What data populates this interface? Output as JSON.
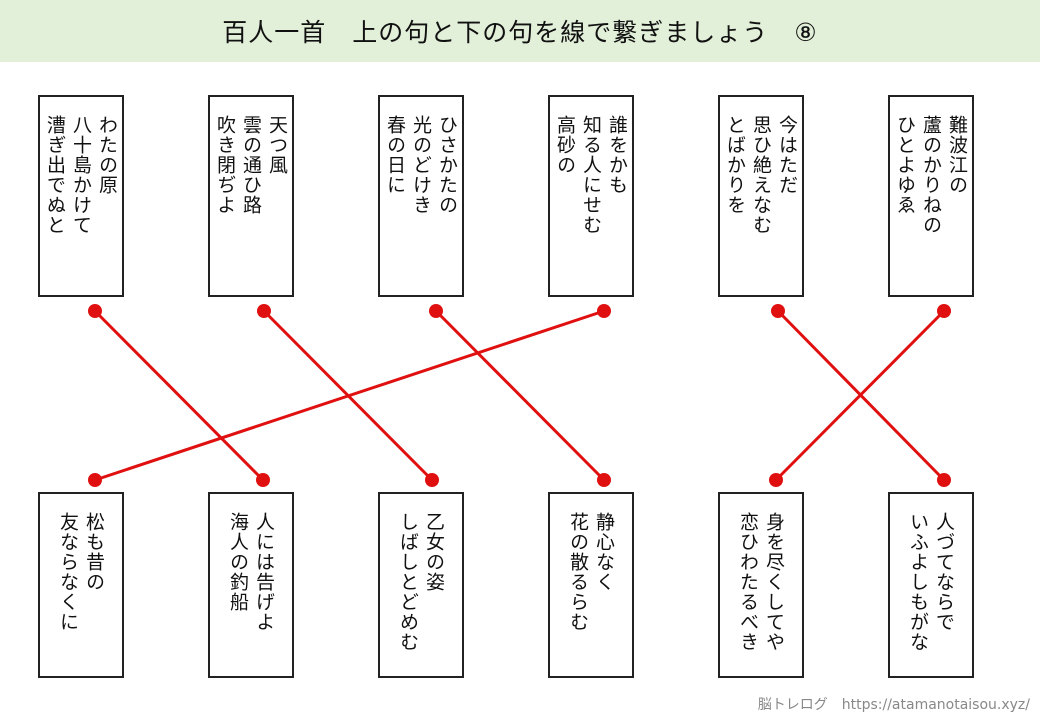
{
  "title": "百人一首　上の句と下の句を線で繋ぎましょう　⑧",
  "line_color": "#e01010",
  "upper_verses": [
    {
      "lines": [
        "わたの原",
        "八十島かけて",
        "漕ぎ出でぬと"
      ]
    },
    {
      "lines": [
        "天つ風",
        "雲の通ひ路",
        "吹き閉ぢよ"
      ]
    },
    {
      "lines": [
        "ひさかたの",
        "光のどけき",
        "春の日に"
      ]
    },
    {
      "lines": [
        "誰をかも",
        "知る人にせむ",
        "高砂の"
      ]
    },
    {
      "lines": [
        "今はただ",
        "思ひ絶えなむ",
        "とばかりを"
      ]
    },
    {
      "lines": [
        "難波江の",
        "蘆のかりねの",
        "ひとよゆゑ"
      ]
    }
  ],
  "lower_verses": [
    {
      "lines": [
        "松も昔の",
        "友ならなくに"
      ]
    },
    {
      "lines": [
        "人には告げよ",
        "海人の釣船"
      ]
    },
    {
      "lines": [
        "乙女の姿",
        "しばしとどめむ"
      ]
    },
    {
      "lines": [
        "静心なく",
        "花の散るらむ"
      ]
    },
    {
      "lines": [
        "身を尽くしてや",
        "恋ひわたるべき"
      ]
    },
    {
      "lines": [
        "人づてならで",
        "いふよしもがな"
      ]
    }
  ],
  "connections": [
    [
      0,
      1
    ],
    [
      1,
      2
    ],
    [
      2,
      3
    ],
    [
      3,
      0
    ],
    [
      4,
      5
    ],
    [
      5,
      4
    ]
  ],
  "footer": "脳トレログ　https://atamanotaisou.xyz/"
}
